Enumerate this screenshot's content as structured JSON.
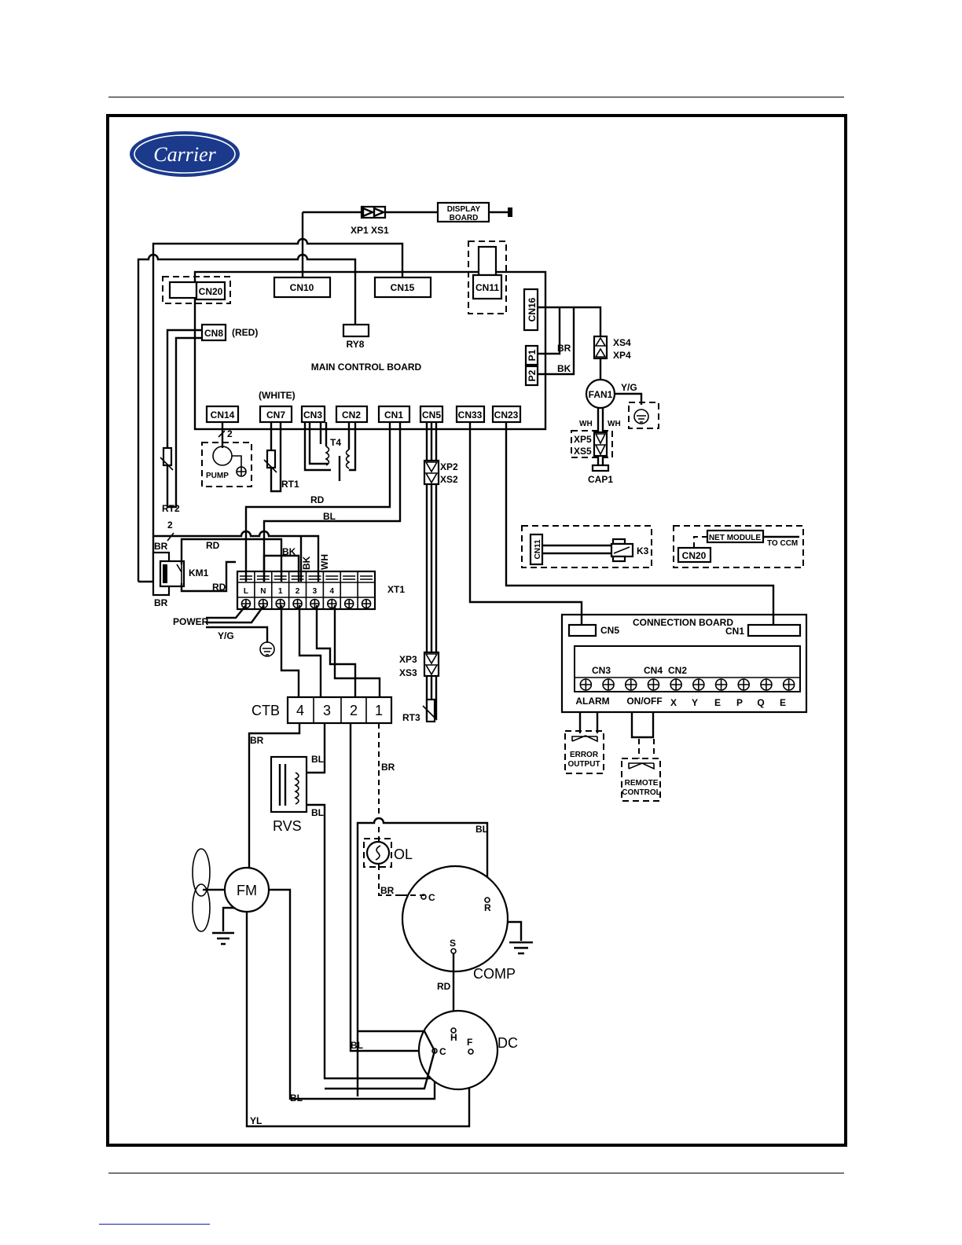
{
  "logo": {
    "text": "Carrier",
    "color": "#1b3a8c"
  },
  "display": {
    "connector_label": "XP1  XS1",
    "board_line1": "DISPLAY",
    "board_line2": "BOARD"
  },
  "main_board": {
    "title": "MAIN  CONTROL  BOARD",
    "top_connectors": [
      "CN20",
      "CN10",
      "CN15",
      "CN11"
    ],
    "side_connectors": [
      "CN16",
      "P1",
      "P2"
    ],
    "bottom_connectors": [
      "CN14",
      "CN7",
      "CN3",
      "CN2",
      "CN1",
      "CN5",
      "CN33",
      "CN23"
    ],
    "cn8": "CN8",
    "cn8_note": "(RED)",
    "cn7_note": "(WHITE)",
    "ry8": "RY8"
  },
  "fan1": {
    "label": "FAN1",
    "connector_top": [
      "XS4",
      "XP4"
    ],
    "connector_bottom": [
      "XP5",
      "XS5"
    ],
    "cap": "CAP1",
    "wire_left": "WH",
    "wire_right": "WH",
    "ground_wire": "Y/G",
    "p1_wire": "BR",
    "p2_wire": "BK"
  },
  "sensors": {
    "rt1": "RT1",
    "rt2": "RT2",
    "rt3": "RT3",
    "t4": "T4",
    "pump": "PUMP",
    "pump_count": "2",
    "rt2_count": "2"
  },
  "connectors_mid": {
    "xp2": "XP2",
    "xs2": "XS2",
    "xp3": "XP3",
    "xs3": "XS3"
  },
  "wires": {
    "rd": "RD",
    "bl": "BL",
    "bk": "BK",
    "wh": "WH",
    "br": "BR",
    "yl": "YL",
    "yg": "Y/G"
  },
  "km1": {
    "label": "KM1"
  },
  "xt1": {
    "label": "XT1",
    "terminals": [
      "L",
      "N",
      "1",
      "2",
      "3",
      "4",
      "",
      ""
    ]
  },
  "power": {
    "label": "POWER",
    "ground": "Y/G"
  },
  "options": {
    "k3_connector": "CN11",
    "k3": "K3",
    "net_module": "NET MODULE",
    "net_to": "TO CCM",
    "net_connector": "CN20"
  },
  "connection_board": {
    "title": "CONNECTION  BOARD",
    "cn5": "CN5",
    "cn1": "CN1",
    "groups": [
      "CN3",
      "CN4",
      "CN2"
    ],
    "terminals": [
      "ALARM",
      "ON/OFF",
      "X",
      "Y",
      "E",
      "P",
      "Q",
      "E"
    ],
    "error_output": [
      "ERROR",
      "OUTPUT"
    ],
    "remote_control": [
      "REMOTE",
      "CONTROL"
    ]
  },
  "ctb": {
    "label": "CTB",
    "terminals": [
      "4",
      "3",
      "2",
      "1"
    ]
  },
  "rvs": {
    "label": "RVS"
  },
  "ol": {
    "label": "OL"
  },
  "fm": {
    "label": "FM"
  },
  "comp": {
    "label": "COMP",
    "pins": [
      "C",
      "R",
      "S"
    ]
  },
  "dc": {
    "label": "DC",
    "pins": [
      "H",
      "C",
      "F"
    ]
  }
}
